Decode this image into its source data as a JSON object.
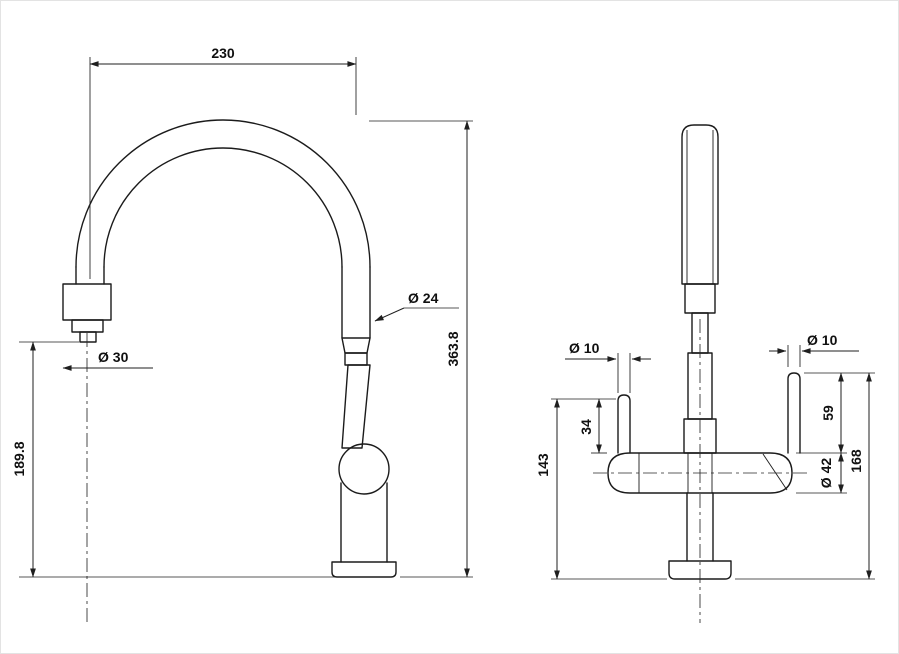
{
  "drawing": {
    "left": {
      "d230": "230",
      "d24": "Ø 24",
      "d363": "363.8",
      "d30": "Ø 30",
      "d189": "189.8"
    },
    "right": {
      "d10l": "Ø 10",
      "d10r": "Ø 10",
      "d34": "34",
      "d59": "59",
      "d143": "143",
      "d42": "Ø 42",
      "d168": "168"
    }
  }
}
